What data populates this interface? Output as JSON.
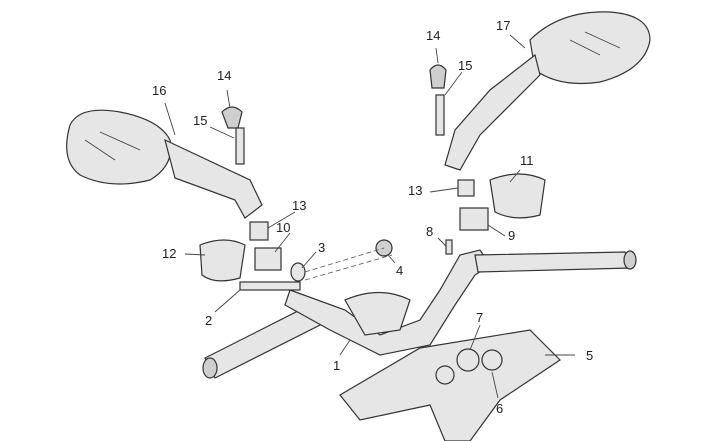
{
  "labels": {
    "p1": "1",
    "p2": "2",
    "p3": "3",
    "p4": "4",
    "p5": "5",
    "p6": "6",
    "p7": "7",
    "p8": "8",
    "p9": "9",
    "p10": "10",
    "p11": "11",
    "p12": "12",
    "p13_left": "13",
    "p13_right": "13",
    "p14_left": "14",
    "p14_right": "14",
    "p15_left": "15",
    "p15_right": "15",
    "p16": "16",
    "p17": "17"
  }
}
